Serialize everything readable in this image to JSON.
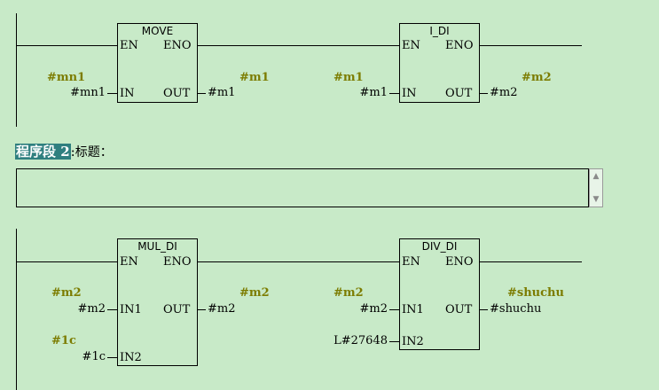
{
  "network1": {
    "move": {
      "name": "MOVE",
      "en": "EN",
      "eno": "ENO",
      "in": "IN",
      "out": "OUT",
      "in_param": "#mn1",
      "out_param": "#m1",
      "in_symbol": "#mn1",
      "out_symbol": "#m1"
    },
    "idi": {
      "name": "I_DI",
      "en": "EN",
      "eno": "ENO",
      "in": "IN",
      "out": "OUT",
      "in_param": "#m1",
      "out_param": "#m2",
      "in_symbol": "#m1",
      "out_symbol": "#m2"
    }
  },
  "segment2": {
    "label": "程序段 2",
    "sep": ":",
    "title_label": "标题："
  },
  "network2": {
    "muldi": {
      "name": "MUL_DI",
      "en": "EN",
      "eno": "ENO",
      "in1": "IN1",
      "in2": "IN2",
      "out": "OUT",
      "in1_param": "#m2",
      "in2_param": "#1c",
      "out_param": "#m2",
      "in1_symbol": "#m2",
      "in2_symbol": "#1c",
      "out_symbol": "#m2"
    },
    "divdi": {
      "name": "DIV_DI",
      "en": "EN",
      "eno": "ENO",
      "in1": "IN1",
      "in2": "IN2",
      "out": "OUT",
      "in1_param": "#m2",
      "in2_param": "L#27648",
      "out_param": "#shuchu",
      "in1_symbol": "#m2",
      "out_symbol": "#shuchu"
    }
  },
  "icons": {
    "scroll_up": "▲",
    "scroll_down": "▼"
  }
}
